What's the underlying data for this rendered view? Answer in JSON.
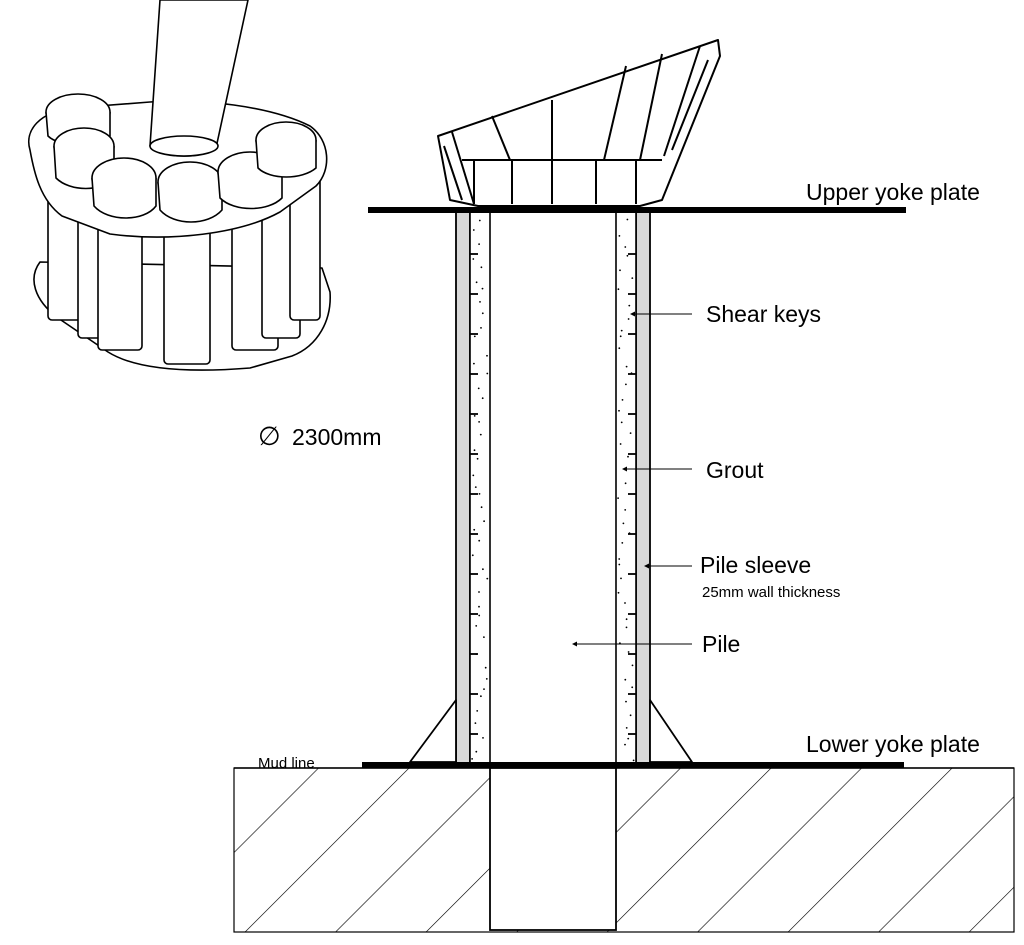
{
  "labels": {
    "upper_yoke_plate": "Upper yoke plate",
    "shear_keys": "Shear keys",
    "grout": "Grout",
    "pile_sleeve": "Pile sleeve",
    "pile_sleeve_note": "25mm wall thickness",
    "pile": "Pile",
    "lower_yoke_plate": "Lower yoke plate",
    "mud_line": "Mud line",
    "diameter": "2300mm",
    "diameter_symbol": "∅"
  },
  "colors": {
    "line": "#000000",
    "sleeve_fill": "#d9d9d9",
    "grout_fill": "#ffffff",
    "background": "#ffffff"
  }
}
